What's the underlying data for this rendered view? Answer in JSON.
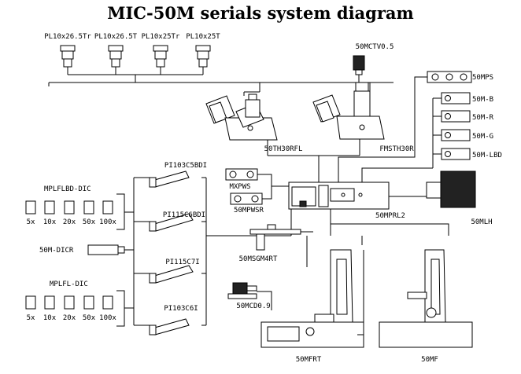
{
  "title": "MIC-50M serials system diagram",
  "eyepieces": [
    "PL10x26.5Tr",
    "PL10x26.5T",
    "PL10x25Tr",
    "PL10x25T"
  ],
  "camera_adapter": "50MCTV0.5",
  "heads": [
    "50TH30RFL",
    "FMSTH30R"
  ],
  "filter_slider": "50MPS",
  "filter_blocks": [
    "50M-B",
    "50M-R",
    "50M-G",
    "50M-LBD"
  ],
  "dic_lens_group_1": "MPLFLBD-DIC",
  "dic_lens_group_2": "MPLFL-DIC",
  "magnifications": [
    "5x",
    "10x",
    "20x",
    "50x",
    "100x"
  ],
  "dic_prism": "50M-DICR",
  "nosepieces": [
    "PI103C5BDI",
    "PI115C6BDI",
    "PI115C7I",
    "PI103C6I"
  ],
  "polarizer_slider": "MXPWS",
  "analyzer_slider": "50MPWSR",
  "illuminator": "50MPRL2",
  "lamp_house": "50MLH",
  "stage": "50MSGM4RT",
  "condenser": "50MCD0.9",
  "frames": [
    "50MFRT",
    "50MF"
  ]
}
